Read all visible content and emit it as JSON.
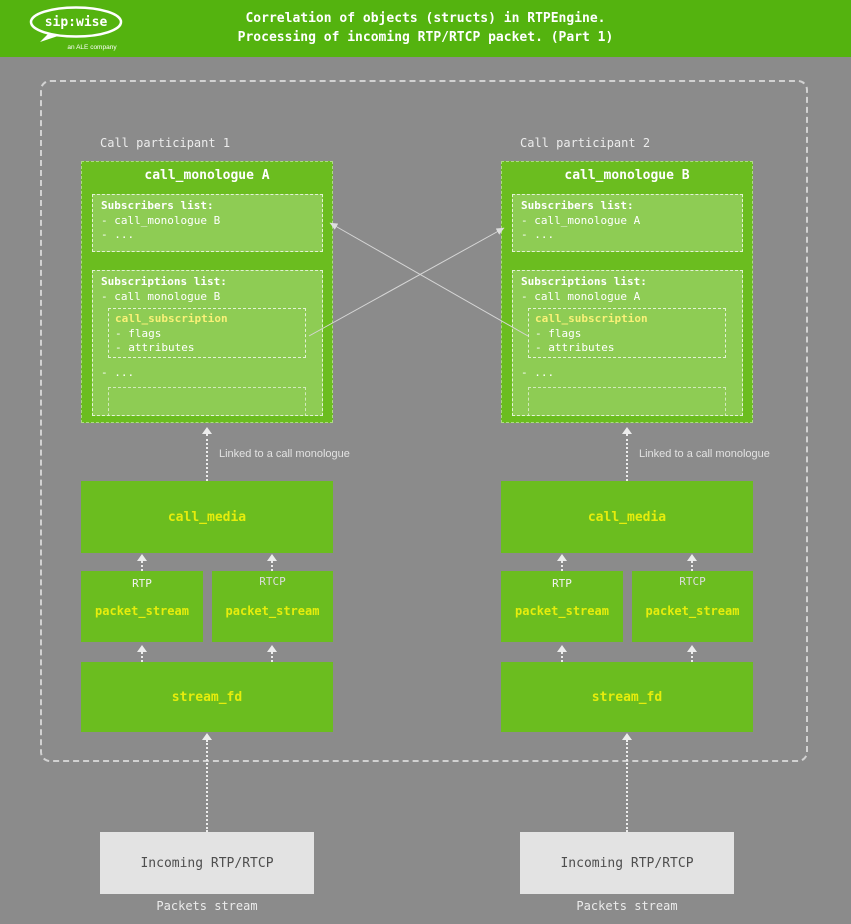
{
  "header": {
    "title_line1": "Correlation of objects (structs) in RTPEngine.",
    "title_line2": "Processing of incoming RTP/RTCP packet. (Part 1)",
    "logo_text": "sip:wise",
    "logo_subtext": "an ALE company"
  },
  "colors": {
    "header_green": "#54b30f",
    "box_green": "#6bbd1f",
    "inner_light_green": "#8fca55",
    "box_label_yellow": "#e6ed0c",
    "subscription_title_yellow": "#f9f177",
    "background_gray": "#8b8b8b",
    "incoming_box_gray": "#e3e3e3",
    "dashed_border_gray": "#d2d2d2"
  },
  "participants": [
    {
      "label": "Call participant 1",
      "monologue": {
        "title": "call_monologue",
        "letter": "A",
        "subscribers_title": "Subscribers list:",
        "subscribers_item": "- call_monologue B",
        "subscribers_more": "- ...",
        "subscriptions_title": "Subscriptions list:",
        "subscriptions_item": "- call monologue B",
        "subscription_title": "call_subscription",
        "subscription_item1": "- flags",
        "subscription_item2": "- attributes",
        "subscriptions_more": "- ..."
      },
      "linked_label": "Linked to a call monologue",
      "call_media_label": "call_media",
      "rtp_label": "RTP",
      "rtcp_label": "RTCP",
      "packet_stream_label": "packet_stream",
      "stream_fd_label": "stream_fd",
      "incoming_label": "Incoming RTP/RTCP",
      "packets_label": "Packets stream"
    },
    {
      "label": "Call participant 2",
      "monologue": {
        "title": "call_monologue",
        "letter": "B",
        "subscribers_title": "Subscribers list:",
        "subscribers_item": "- call_monologue A",
        "subscribers_more": "- ...",
        "subscriptions_title": "Subscriptions list:",
        "subscriptions_item": "- call monologue A",
        "subscription_title": "call_subscription",
        "subscription_item1": "- flags",
        "subscription_item2": "- attributes",
        "subscriptions_more": "- ..."
      },
      "linked_label": "Linked to a call monologue",
      "call_media_label": "call_media",
      "rtp_label": "RTP",
      "rtcp_label": "RTCP",
      "packet_stream_label": "packet_stream",
      "stream_fd_label": "stream_fd",
      "incoming_label": "Incoming RTP/RTCP",
      "packets_label": "Packets stream"
    }
  ]
}
